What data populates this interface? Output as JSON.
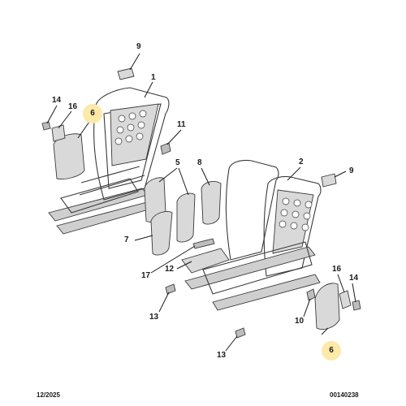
{
  "callouts": {
    "c9_left": "9",
    "c1": "1",
    "c14_left": "14",
    "c16_left": "16",
    "c6_top": "6",
    "c11": "11",
    "c5": "5",
    "c8": "8",
    "c2": "2",
    "c9_right": "9",
    "c7": "7",
    "c17": "17",
    "c12": "12",
    "c13_left": "13",
    "c13_right": "13",
    "c16_right": "16",
    "c14_right": "14",
    "c10": "10",
    "c6_bottom": "6"
  },
  "footer": {
    "date": "12/2025",
    "reference": "00140238"
  },
  "colors": {
    "highlight": "#fde9a8",
    "line": "#1a1a1a",
    "part_fill": "#d9d9d9"
  }
}
